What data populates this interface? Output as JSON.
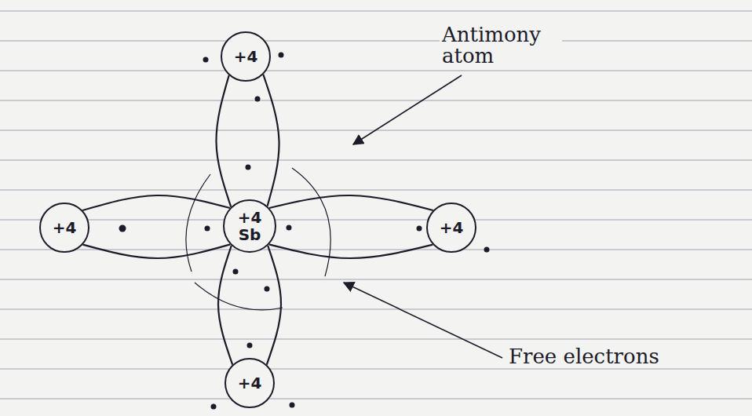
{
  "diagram": {
    "nodes": [
      {
        "text": [
          "+4"
        ]
      },
      {
        "text": [
          "+4"
        ]
      },
      {
        "text": [
          "+4 Sb"
        ]
      },
      {
        "text": [
          "+4"
        ]
      },
      {
        "text": [
          "+4"
        ]
      }
    ],
    "edges": [
      {
        "from": 2,
        "to": 0,
        "arrow": "none"
      },
      {
        "from": 1,
        "to": 2,
        "arrow": "none"
      },
      {
        "from": 2,
        "to": 3,
        "arrow": "none"
      },
      {
        "from": 2,
        "to": 4,
        "arrow": "none"
      }
    ],
    "labels": [
      "Antimony atom",
      "Free electrons"
    ]
  }
}
